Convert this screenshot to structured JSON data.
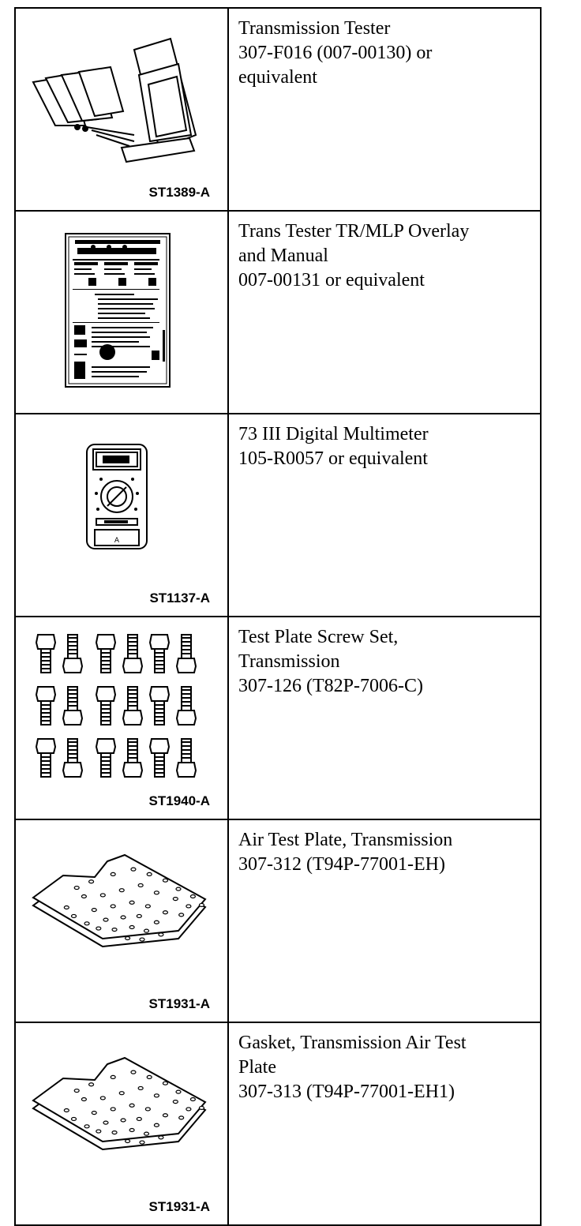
{
  "tools": [
    {
      "code": "ST1389-A",
      "icon": "transmission-tester-icon",
      "lines": [
        "Transmission Tester",
        "307-F016 (007-00130) or",
        "equivalent"
      ]
    },
    {
      "code": "",
      "icon": "overlay-manual-icon",
      "lines": [
        "Trans Tester TR/MLP Overlay",
        "and Manual",
        "007-00131 or equivalent"
      ]
    },
    {
      "code": "ST1137-A",
      "icon": "multimeter-icon",
      "lines": [
        "73 III Digital Multimeter",
        "105-R0057 or equivalent"
      ]
    },
    {
      "code": "ST1940-A",
      "icon": "screw-set-icon",
      "lines": [
        "Test Plate Screw Set,",
        "Transmission",
        "307-126 (T82P-7006-C)"
      ]
    },
    {
      "code": "ST1931-A",
      "icon": "air-test-plate-icon",
      "lines": [
        "Air Test Plate, Transmission",
        "307-312 (T94P-77001-EH)"
      ]
    },
    {
      "code": "ST1931-A",
      "icon": "gasket-plate-icon",
      "lines": [
        "Gasket, Transmission Air Test",
        "Plate",
        "307-313 (T94P-77001-EH1)"
      ]
    }
  ]
}
